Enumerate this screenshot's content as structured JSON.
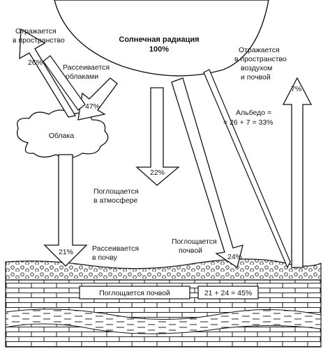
{
  "title": "Солнечная радиация",
  "title_value": "100%",
  "labels": {
    "reflected_space_1": "Отражается",
    "reflected_space_2": "в пространство",
    "scattered_clouds_1": "Рассеивается",
    "scattered_clouds_2": "облаками",
    "reflected_air_1": "Отражается",
    "reflected_air_2": "в пространство",
    "reflected_air_3": "воздухом",
    "reflected_air_4": "и почвой",
    "albedo_1": "Альбедо =",
    "albedo_2": "= 26 + 7 = 33%",
    "clouds": "Облака",
    "absorbed_atm_1": "Поглощается",
    "absorbed_atm_2": "в атмосфере",
    "scattered_soil_1": "Рассеивается",
    "scattered_soil_2": "в почву",
    "absorbed_soil_1": "Поглощается",
    "absorbed_soil_2": "почвой",
    "absorbed_soil_box": "Поглощается почвой",
    "sum_box": "21 + 24 = 45%"
  },
  "percents": {
    "p26": "26%",
    "p47": "47%",
    "p22": "22%",
    "p7": "7%",
    "p21": "21%",
    "p24": "24%"
  }
}
